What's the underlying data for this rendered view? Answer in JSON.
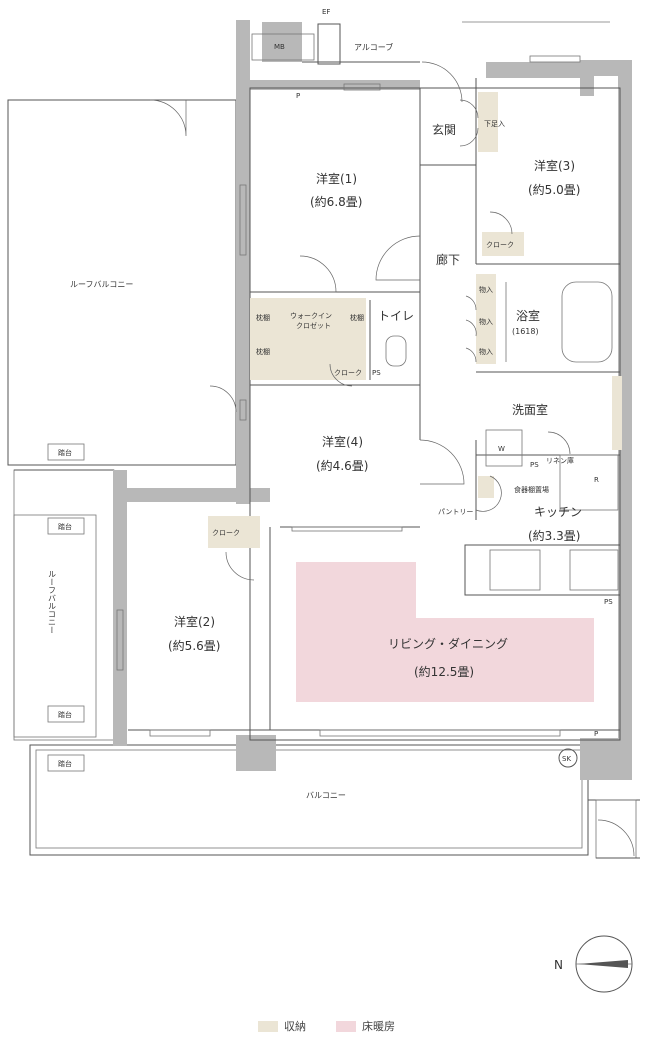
{
  "rooms": {
    "alcove": "アルコーブ",
    "ef": "EF",
    "mb": "MB",
    "entrance": "玄関",
    "shoe": "下足入",
    "w1_name": "洋室(1)",
    "w1_size": "(約6.8畳)",
    "w3_name": "洋室(3)",
    "w3_size": "(約5.0畳)",
    "closet": "クローク",
    "hall": "廊下",
    "storage": "物入",
    "bath": "浴室",
    "bath_size": "(1618)",
    "toilet": "トイレ",
    "wic1": "ウォークイン",
    "wic2": "クロゼット",
    "pillow": "枕棚",
    "ps": "PS",
    "wash": "洗面室",
    "w_mark": "W",
    "linen": "リネン庫",
    "w4_name": "洋室(4)",
    "w4_size": "(約4.6畳)",
    "dish": "食器棚置場",
    "r_mark": "R",
    "pantry": "パントリー",
    "kitchen": "キッチン",
    "kitchen_size": "(約3.3畳)",
    "w2_name": "洋室(2)",
    "w2_size": "(約5.6畳)",
    "ld": "リビング・ダイニング",
    "ld_size": "(約12.5畳)",
    "roof_balcony": "ルーフバルコニー",
    "step": "踏台",
    "balcony": "バルコニー",
    "sk": "SK",
    "p": "P"
  },
  "compass": {
    "north": "N"
  },
  "legend": {
    "storage_label": "収納",
    "heating_label": "床暖房",
    "storage_color": "#ebe5d5",
    "heating_color": "#f2d7dc"
  }
}
